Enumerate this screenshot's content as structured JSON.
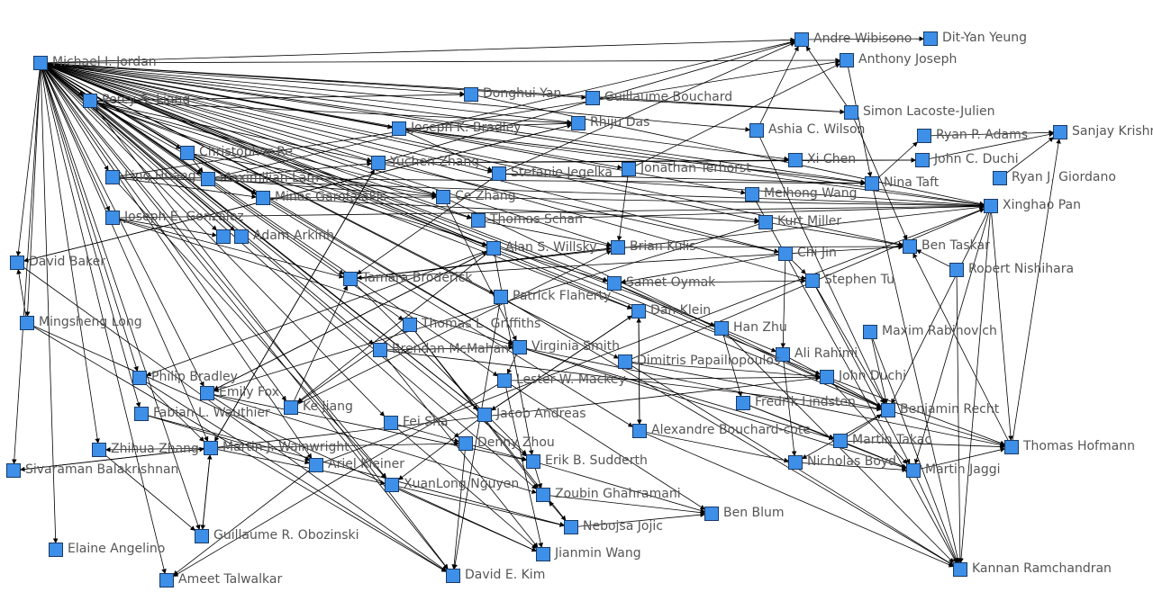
{
  "nodes": [
    {
      "id": "jordan",
      "label": "Michael I. Jordan"
    },
    {
      "id": "wibisono",
      "label": "Andre Wibisono"
    },
    {
      "id": "yeung",
      "label": "Dit-Yan Yeung"
    },
    {
      "id": "joseph",
      "label": "Anthony Joseph"
    },
    {
      "id": "liang",
      "label": "Percy S. Liang"
    },
    {
      "id": "donghui",
      "label": "Donghui Yan"
    },
    {
      "id": "bouchard",
      "label": "Guillaume Bouchard"
    },
    {
      "id": "lacoste",
      "label": "Simon Lacoste-Julien"
    },
    {
      "id": "bradleyjk",
      "label": "Joseph K. Bradley"
    },
    {
      "id": "rhiju",
      "label": "Rhiju Das"
    },
    {
      "id": "wilson",
      "label": "Ashia C. Wilson"
    },
    {
      "id": "adams",
      "label": "Ryan P. Adams"
    },
    {
      "id": "krishn",
      "label": "Sanjay Krishn"
    },
    {
      "id": "re",
      "label": "Christopher Re"
    },
    {
      "id": "yuchen",
      "label": "Yuchen Zhang"
    },
    {
      "id": "xichen",
      "label": "Xi Chen"
    },
    {
      "id": "duchijc",
      "label": "John C. Duchi"
    },
    {
      "id": "huang",
      "label": "Ling Huang"
    },
    {
      "id": "lam",
      "label": "Maximilian Lam"
    },
    {
      "id": "jegelka",
      "label": "Stefanie Jegelka"
    },
    {
      "id": "terhorst",
      "label": "Jonathan Terhorst"
    },
    {
      "id": "giordano",
      "label": "Ryan J. Giordano"
    },
    {
      "id": "minos",
      "label": "Minos Garofalakis"
    },
    {
      "id": "cezhang",
      "label": "Ce Zhang"
    },
    {
      "id": "meihong",
      "label": "Meihong Wang"
    },
    {
      "id": "taft",
      "label": "Nina Taft"
    },
    {
      "id": "xinghao",
      "label": "Xinghao Pan"
    },
    {
      "id": "gonzalez",
      "label": "Joseph E. Gonzalez"
    },
    {
      "id": "schan",
      "label": "Thomas Schan"
    },
    {
      "id": "miller",
      "label": "Kurt Miller"
    },
    {
      "id": "arkin1",
      "label": ""
    },
    {
      "id": "arkin",
      "label": "Adam Arkinh"
    },
    {
      "id": "willsky",
      "label": "Alan S. Willsky"
    },
    {
      "id": "kulis",
      "label": "Brian Kulis"
    },
    {
      "id": "chijin",
      "label": "Chi Jin"
    },
    {
      "id": "taskar",
      "label": "Ben Taskar"
    },
    {
      "id": "baker",
      "label": "David Baker"
    },
    {
      "id": "broderick",
      "label": "Tamara Broderick"
    },
    {
      "id": "oymak",
      "label": "Samet Oymak"
    },
    {
      "id": "nishihara",
      "label": "Robert Nishihara"
    },
    {
      "id": "stephentu",
      "label": "Stephen Tu"
    },
    {
      "id": "flaherty",
      "label": "Patrick Flaherty"
    },
    {
      "id": "klein",
      "label": "Dan Klein"
    },
    {
      "id": "long",
      "label": "Mingsheng Long"
    },
    {
      "id": "griffiths",
      "label": "Thomas L. Griffiths"
    },
    {
      "id": "hanzhu",
      "label": "Han Zhu"
    },
    {
      "id": "rabinovich",
      "label": "Maxim Rabinovich"
    },
    {
      "id": "mcmahan",
      "label": "Brendan McMahan"
    },
    {
      "id": "smith",
      "label": "Virginia Smith"
    },
    {
      "id": "rahimi",
      "label": "Ali Rahimi"
    },
    {
      "id": "papail",
      "label": "Dimitris Papailiopoulos"
    },
    {
      "id": "bradleyp",
      "label": "Philip Bradley"
    },
    {
      "id": "mackey",
      "label": "Lester W. Mackey"
    },
    {
      "id": "duchi",
      "label": "John Duchi"
    },
    {
      "id": "fox",
      "label": "Emily Fox"
    },
    {
      "id": "lindsten",
      "label": "Fredrik Lindsten"
    },
    {
      "id": "wauthier",
      "label": "Fabian L. Wauthier"
    },
    {
      "id": "kejiang",
      "label": "Ke Jiang"
    },
    {
      "id": "recht",
      "label": "Benjamin Recht"
    },
    {
      "id": "feisha",
      "label": "Fei Sha"
    },
    {
      "id": "andreas",
      "label": "Jacob Andreas"
    },
    {
      "id": "bouchardcote",
      "label": "Alexandre Bouchard-cote"
    },
    {
      "id": "takac",
      "label": "Martin Takac"
    },
    {
      "id": "hofmann",
      "label": "Thomas Hofmann"
    },
    {
      "id": "zhihua",
      "label": "Zhihua Zhang"
    },
    {
      "id": "wainwright",
      "label": "Martin J. Wainwright"
    },
    {
      "id": "dennyzhou",
      "label": "Denny Zhou"
    },
    {
      "id": "sudderth",
      "label": "Erik B. Sudderth"
    },
    {
      "id": "boyd",
      "label": "Nicholas Boyd"
    },
    {
      "id": "jaggi",
      "label": "Martin Jaggi"
    },
    {
      "id": "balakrishnan",
      "label": "Sivaraman Balakrishnan"
    },
    {
      "id": "kleiner",
      "label": "Ariel Kleiner"
    },
    {
      "id": "nguyen",
      "label": "XuanLong Nguyen"
    },
    {
      "id": "ghahramani",
      "label": "Zoubin Ghahramani"
    },
    {
      "id": "benblum",
      "label": "Ben Blum"
    },
    {
      "id": "jojic",
      "label": "Nebojsa Jojic"
    },
    {
      "id": "obozinski",
      "label": "Guillaume R. Obozinski"
    },
    {
      "id": "angelino",
      "label": "Elaine Angelino"
    },
    {
      "id": "jianmin",
      "label": "Jianmin Wang"
    },
    {
      "id": "talwalkar",
      "label": "Ameet Talwalkar"
    },
    {
      "id": "kim",
      "label": "David E. Kim"
    },
    {
      "id": "ramchandran",
      "label": "Kannan Ramchandran"
    }
  ],
  "edges": [
    [
      "jordan",
      "wibisono"
    ],
    [
      "jordan",
      "joseph"
    ],
    [
      "jordan",
      "liang"
    ],
    [
      "jordan",
      "donghui"
    ],
    [
      "jordan",
      "bouchard"
    ],
    [
      "jordan",
      "lacoste"
    ],
    [
      "jordan",
      "bradleyjk"
    ],
    [
      "jordan",
      "rhiju"
    ],
    [
      "jordan",
      "wilson"
    ],
    [
      "jordan",
      "re"
    ],
    [
      "jordan",
      "yuchen"
    ],
    [
      "jordan",
      "xichen"
    ],
    [
      "jordan",
      "huang"
    ],
    [
      "jordan",
      "lam"
    ],
    [
      "jordan",
      "jegelka"
    ],
    [
      "jordan",
      "terhorst"
    ],
    [
      "jordan",
      "minos"
    ],
    [
      "jordan",
      "cezhang"
    ],
    [
      "jordan",
      "meihong"
    ],
    [
      "jordan",
      "taft"
    ],
    [
      "jordan",
      "xinghao"
    ],
    [
      "jordan",
      "gonzalez"
    ],
    [
      "jordan",
      "schan"
    ],
    [
      "jordan",
      "miller"
    ],
    [
      "jordan",
      "arkin1"
    ],
    [
      "jordan",
      "arkin"
    ],
    [
      "jordan",
      "willsky"
    ],
    [
      "jordan",
      "kulis"
    ],
    [
      "jordan",
      "chijin"
    ],
    [
      "jordan",
      "taskar"
    ],
    [
      "jordan",
      "baker"
    ],
    [
      "jordan",
      "broderick"
    ],
    [
      "jordan",
      "oymak"
    ],
    [
      "jordan",
      "stephentu"
    ],
    [
      "jordan",
      "flaherty"
    ],
    [
      "jordan",
      "klein"
    ],
    [
      "jordan",
      "long"
    ],
    [
      "jordan",
      "griffiths"
    ],
    [
      "jordan",
      "hanzhu"
    ],
    [
      "jordan",
      "mcmahan"
    ],
    [
      "jordan",
      "smith"
    ],
    [
      "jordan",
      "papail"
    ],
    [
      "jordan",
      "bradleyp"
    ],
    [
      "jordan",
      "mackey"
    ],
    [
      "jordan",
      "duchi"
    ],
    [
      "jordan",
      "fox"
    ],
    [
      "jordan",
      "wauthier"
    ],
    [
      "jordan",
      "kejiang"
    ],
    [
      "jordan",
      "recht"
    ],
    [
      "jordan",
      "feisha"
    ],
    [
      "jordan",
      "andreas"
    ],
    [
      "jordan",
      "zhihua"
    ],
    [
      "jordan",
      "wainwright"
    ],
    [
      "jordan",
      "dennyzhou"
    ],
    [
      "jordan",
      "sudderth"
    ],
    [
      "jordan",
      "balakrishnan"
    ],
    [
      "jordan",
      "kleiner"
    ],
    [
      "jordan",
      "nguyen"
    ],
    [
      "jordan",
      "ghahramani"
    ],
    [
      "jordan",
      "obozinski"
    ],
    [
      "jordan",
      "angelino"
    ],
    [
      "jordan",
      "talwalkar"
    ],
    [
      "jordan",
      "kim"
    ],
    [
      "liang",
      "donghui"
    ],
    [
      "liang",
      "rhiju"
    ],
    [
      "liang",
      "yuchen"
    ],
    [
      "liang",
      "cezhang"
    ],
    [
      "liang",
      "klein"
    ],
    [
      "liang",
      "andreas"
    ],
    [
      "liang",
      "schan"
    ],
    [
      "liang",
      "willsky"
    ],
    [
      "liang",
      "minos"
    ],
    [
      "liang",
      "kim"
    ],
    [
      "re",
      "cezhang"
    ],
    [
      "re",
      "lam"
    ],
    [
      "re",
      "minos"
    ],
    [
      "re",
      "smith"
    ],
    [
      "re",
      "oymak"
    ],
    [
      "re",
      "bouchardcote"
    ],
    [
      "huang",
      "taft"
    ],
    [
      "huang",
      "joseph"
    ],
    [
      "huang",
      "minos"
    ],
    [
      "huang",
      "nguyen"
    ],
    [
      "huang",
      "xinghao"
    ],
    [
      "lam",
      "cezhang"
    ],
    [
      "lam",
      "yuchen"
    ],
    [
      "lam",
      "wibisono"
    ],
    [
      "minos",
      "cezhang"
    ],
    [
      "minos",
      "miller"
    ],
    [
      "gonzalez",
      "xinghao"
    ],
    [
      "gonzalez",
      "smith"
    ],
    [
      "gonzalez",
      "broderick"
    ],
    [
      "gonzalez",
      "arkin1"
    ],
    [
      "bradleyjk",
      "rhiju"
    ],
    [
      "bradleyjk",
      "jegelka"
    ],
    [
      "bradleyjk",
      "xinghao"
    ],
    [
      "bradleyjk",
      "taft"
    ],
    [
      "yuchen",
      "wibisono"
    ],
    [
      "yuchen",
      "xichen"
    ],
    [
      "yuchen",
      "wainwright"
    ],
    [
      "yuchen",
      "duchijc"
    ],
    [
      "yuchen",
      "chijin"
    ],
    [
      "cezhang",
      "xinghao"
    ],
    [
      "cezhang",
      "smith"
    ],
    [
      "cezhang",
      "recht"
    ],
    [
      "jegelka",
      "xinghao"
    ],
    [
      "jegelka",
      "broderick"
    ],
    [
      "jegelka",
      "wibisono"
    ],
    [
      "jegelka",
      "taft"
    ],
    [
      "schan",
      "xinghao"
    ],
    [
      "schan",
      "kulis"
    ],
    [
      "terhorst",
      "joseph"
    ],
    [
      "terhorst",
      "kulis"
    ],
    [
      "meihong",
      "ramchandran"
    ],
    [
      "miller",
      "taskar"
    ],
    [
      "miller",
      "fox"
    ],
    [
      "kulis",
      "broderick"
    ],
    [
      "kulis",
      "taskar"
    ],
    [
      "chijin",
      "stephentu"
    ],
    [
      "chijin",
      "oymak"
    ],
    [
      "willsky",
      "fox"
    ],
    [
      "willsky",
      "sudderth"
    ],
    [
      "willsky",
      "kejiang"
    ],
    [
      "willsky",
      "bradleyp"
    ],
    [
      "broderick",
      "kulis"
    ],
    [
      "broderick",
      "sudderth"
    ],
    [
      "broderick",
      "taskar"
    ],
    [
      "broderick",
      "xinghao"
    ],
    [
      "oymak",
      "recht"
    ],
    [
      "oymak",
      "rahimi"
    ],
    [
      "oymak",
      "stephentu"
    ],
    [
      "stephentu",
      "recht"
    ],
    [
      "stephentu",
      "jaggi"
    ],
    [
      "flaherty",
      "ramchandran"
    ],
    [
      "flaherty",
      "kim"
    ],
    [
      "klein",
      "andreas"
    ],
    [
      "klein",
      "bouchardcote"
    ],
    [
      "griffiths",
      "ghahramani"
    ],
    [
      "griffiths",
      "kejiang"
    ],
    [
      "griffiths",
      "jojic"
    ],
    [
      "hanzhu",
      "ramchandran"
    ],
    [
      "mcmahan",
      "recht"
    ],
    [
      "mcmahan",
      "smith"
    ],
    [
      "mcmahan",
      "jianmin"
    ],
    [
      "smith",
      "jaggi"
    ],
    [
      "smith",
      "takac"
    ],
    [
      "smith",
      "hofmann"
    ],
    [
      "smith",
      "mackey"
    ],
    [
      "rahimi",
      "recht"
    ],
    [
      "rahimi",
      "boyd"
    ],
    [
      "papail",
      "ramchandran"
    ],
    [
      "papail",
      "recht"
    ],
    [
      "papail",
      "duchi"
    ],
    [
      "papail",
      "xinghao"
    ],
    [
      "mackey",
      "jianmin"
    ],
    [
      "mackey",
      "talwalkar"
    ],
    [
      "mackey",
      "duchi"
    ],
    [
      "mackey",
      "benblum"
    ],
    [
      "duchi",
      "hofmann"
    ],
    [
      "duchi",
      "jaggi"
    ],
    [
      "lindsten",
      "takac"
    ],
    [
      "lindsten",
      "jaggi"
    ],
    [
      "recht",
      "hofmann"
    ],
    [
      "recht",
      "boyd"
    ],
    [
      "takac",
      "hofmann"
    ],
    [
      "takac",
      "jaggi"
    ],
    [
      "takac",
      "recht"
    ],
    [
      "jaggi",
      "ramchandran"
    ],
    [
      "jaggi",
      "hofmann"
    ],
    [
      "hofmann",
      "krishn"
    ],
    [
      "hofmann",
      "taskar"
    ],
    [
      "xinghao",
      "recht"
    ],
    [
      "xinghao",
      "hofmann"
    ],
    [
      "xinghao",
      "ramchandran"
    ],
    [
      "xinghao",
      "jaggi"
    ],
    [
      "adams",
      "krishn"
    ],
    [
      "duchijc",
      "krishn"
    ],
    [
      "giordano",
      "krishn"
    ],
    [
      "taft",
      "ramchandran"
    ],
    [
      "taft",
      "adams"
    ],
    [
      "bouchardcote",
      "ramchandran"
    ],
    [
      "bouchardcote",
      "boyd"
    ],
    [
      "bouchardcote",
      "klein"
    ],
    [
      "wainwright",
      "nguyen"
    ],
    [
      "wainwright",
      "obozinski"
    ],
    [
      "wainwright",
      "balakrishnan"
    ],
    [
      "wainwright",
      "zhihua"
    ],
    [
      "wainwright",
      "dennyzhou"
    ],
    [
      "wainwright",
      "yuchen"
    ],
    [
      "wainwright",
      "duchi"
    ],
    [
      "long",
      "jianmin"
    ],
    [
      "long",
      "kim"
    ],
    [
      "long",
      "baker"
    ],
    [
      "bradleyp",
      "wainwright"
    ],
    [
      "bradleyp",
      "kim"
    ],
    [
      "fox",
      "sudderth"
    ],
    [
      "fox",
      "kleiner"
    ],
    [
      "fox",
      "ghahramani"
    ],
    [
      "fox",
      "willsky"
    ],
    [
      "wauthier",
      "jojic"
    ],
    [
      "wauthier",
      "kleiner"
    ],
    [
      "kejiang",
      "kulis"
    ],
    [
      "kejiang",
      "broderick"
    ],
    [
      "feisha",
      "jianmin"
    ],
    [
      "feisha",
      "dennyzhou"
    ],
    [
      "andreas",
      "klein"
    ],
    [
      "andreas",
      "nguyen"
    ],
    [
      "dennyzhou",
      "kim"
    ],
    [
      "dennyzhou",
      "sudderth"
    ],
    [
      "sudderth",
      "benblum"
    ],
    [
      "sudderth",
      "ghahramani"
    ],
    [
      "kleiner",
      "talwalkar"
    ],
    [
      "kleiner",
      "xinghao"
    ],
    [
      "nguyen",
      "jojic"
    ],
    [
      "nguyen",
      "jianmin"
    ],
    [
      "ghahramani",
      "benblum"
    ],
    [
      "jojic",
      "benblum"
    ],
    [
      "jojic",
      "ghahramani"
    ],
    [
      "zhihua",
      "obozinski"
    ],
    [
      "baker",
      "rhiju"
    ],
    [
      "baker",
      "kim"
    ],
    [
      "balakrishnan",
      "wainwright"
    ],
    [
      "obozinski",
      "wainwright"
    ],
    [
      "boyd",
      "jaggi"
    ],
    [
      "nishihara",
      "ramchandran"
    ],
    [
      "nishihara",
      "taskar"
    ],
    [
      "rabinovich",
      "ramchandran"
    ],
    [
      "rabinovich",
      "recht"
    ],
    [
      "lacoste",
      "taskar"
    ],
    [
      "lacoste",
      "wibisono"
    ],
    [
      "wilson",
      "wibisono"
    ],
    [
      "wilson",
      "recht"
    ],
    [
      "rhiju",
      "baker"
    ],
    [
      "bouchard",
      "lacoste"
    ],
    [
      "donghui",
      "xinghao"
    ],
    [
      "joseph",
      "taft"
    ],
    [
      "wibisono",
      "yeung"
    ],
    [
      "xichen",
      "duchijc"
    ],
    [
      "chijin",
      "rahimi"
    ],
    [
      "hanzhu",
      "lindsten"
    ]
  ]
}
